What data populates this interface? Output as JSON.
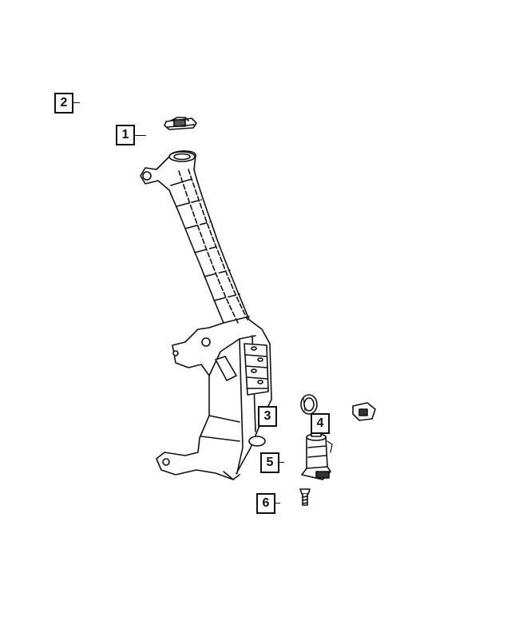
{
  "callouts": [
    {
      "id": "2",
      "label": "2"
    },
    {
      "id": "1",
      "label": "1"
    },
    {
      "id": "3",
      "label": "3"
    },
    {
      "id": "4",
      "label": "4"
    },
    {
      "id": "5",
      "label": "5"
    },
    {
      "id": "6",
      "label": "6"
    }
  ]
}
